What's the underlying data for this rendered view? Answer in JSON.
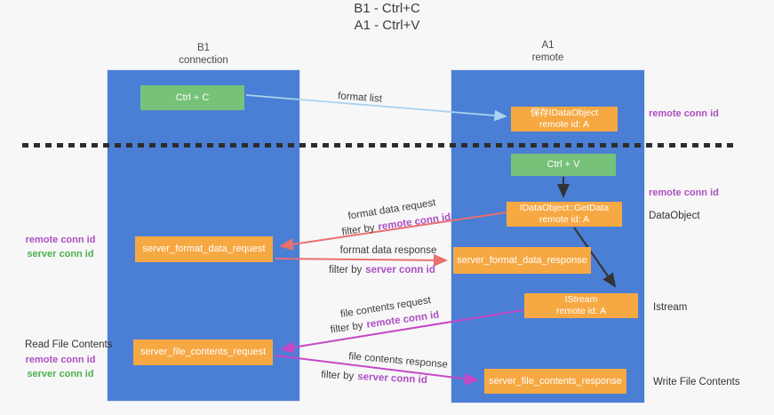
{
  "title": {
    "line1": "B1 - Ctrl+C",
    "line2": "A1 - Ctrl+V"
  },
  "lanes": {
    "left": {
      "title": "B1",
      "subtitle": "connection"
    },
    "right": {
      "title": "A1",
      "subtitle": "remote"
    }
  },
  "nodes": {
    "ctrl_c": {
      "label": "Ctrl + C"
    },
    "ctrl_v": {
      "label": "Ctrl + V"
    },
    "save_idataobject": {
      "line1": "保存IDataObject",
      "line2": "remote id: A"
    },
    "idataobject_getdata": {
      "line1": "IDataObject::GetData",
      "line2": "remote id: A"
    },
    "istream": {
      "line1": "IStream",
      "line2": "remote id: A"
    },
    "server_format_data_request": {
      "label": "server_format_data_request"
    },
    "server_format_data_response": {
      "label": "server_format_data_response"
    },
    "server_file_contents_request": {
      "label": "server_file_contents_request"
    },
    "server_file_contents_response": {
      "label": "server_file_contents_response"
    }
  },
  "flow_labels": {
    "format_list": "format list",
    "format_data_request": "format data request",
    "format_data_response": "format data response",
    "file_contents_request": "file contents request",
    "file_contents_response": "file contents response",
    "filter_by": "filter by",
    "remote_conn_id": "remote conn id",
    "server_conn_id": "server conn id"
  },
  "side_labels": {
    "right_top_remote_conn_id": "remote conn id",
    "right_mid_remote_conn_id": "remote conn id",
    "right_dataobject": "DataObject",
    "right_istream": "Istream",
    "right_write_file_contents": "Write File Contents",
    "left_remote_conn_id": "remote conn id",
    "left_server_conn_id": "server conn id",
    "left_read_file_contents": "Read File Contents",
    "left_bottom_remote_conn_id": "remote conn id",
    "left_bottom_server_conn_id": "server conn id"
  },
  "colors": {
    "lane_blue": "#4a7fd5",
    "node_orange": "#f6a843",
    "node_green": "#76c279",
    "arrow_salmon": "#e8706e",
    "arrow_magenta": "#c647c6",
    "arrow_lightblue": "#a9d3f0",
    "arrow_black": "#333333",
    "text_purple": "#ad4fc2",
    "text_green": "#4caf50"
  }
}
